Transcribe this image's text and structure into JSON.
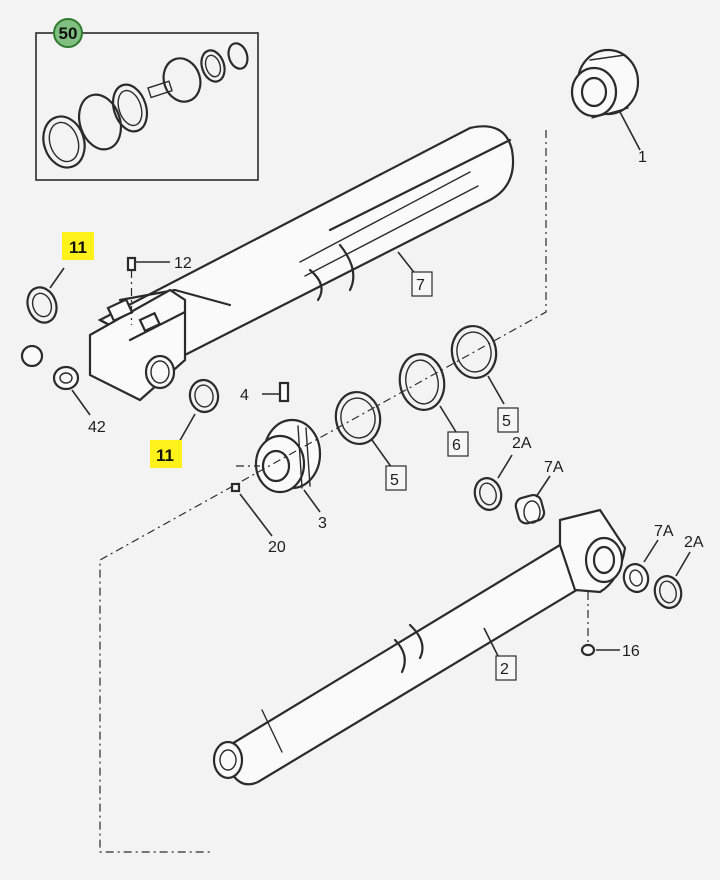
{
  "colors": {
    "highlight": "#fff21a",
    "kit_badge": "#7fbf7f",
    "line": "#2b2b2b",
    "background": "#f3f3f3"
  },
  "callouts": {
    "kit": "50",
    "cylinder_head_side": "1",
    "barrel": "7",
    "seal_upper": "5",
    "seal_ring": "6",
    "seal_lower": "5",
    "piston": "3",
    "set_screw": "20",
    "pin": "4",
    "rod": "2",
    "grease_fitting": "16",
    "bushing_left": "7A",
    "seal_left": "2A",
    "bushing_right": "7A",
    "seal_right": "2A",
    "o_ring_upper": "11",
    "o_ring_lower": "11",
    "plug_fitting": "12",
    "plug_nut": "42"
  }
}
